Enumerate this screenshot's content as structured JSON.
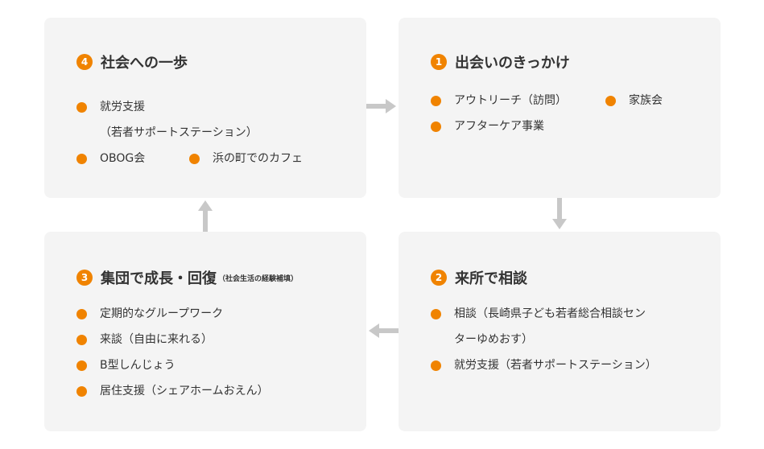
{
  "steps": {
    "s4": {
      "number": "4",
      "title": "社会への一歩",
      "items": [
        "就労支援",
        "（若者サポートステーション）",
        "OBOG会",
        "浜の町でのカフェ"
      ]
    },
    "s1": {
      "number": "1",
      "title": "出会いのきっかけ",
      "items": [
        "アウトリーチ（訪問）",
        "家族会",
        "アフターケア事業"
      ]
    },
    "s3": {
      "number": "3",
      "title": "集団で成長・回復",
      "subtitle": "（社会生活の経験補填）",
      "items": [
        "定期的なグループワーク",
        "来談（自由に来れる）",
        "B型しんじょう",
        "居住支援（シェアホームおえん）"
      ]
    },
    "s2": {
      "number": "2",
      "title": "来所で相談",
      "items": [
        "相談（長崎県子ども若者総合相談セン",
        "ターゆめおす）",
        "就労支援（若者サポートステーション）"
      ]
    }
  },
  "colors": {
    "accent": "#f08300",
    "card": "#f4f4f4",
    "arrow": "#c8c8c8",
    "text": "#333333"
  }
}
